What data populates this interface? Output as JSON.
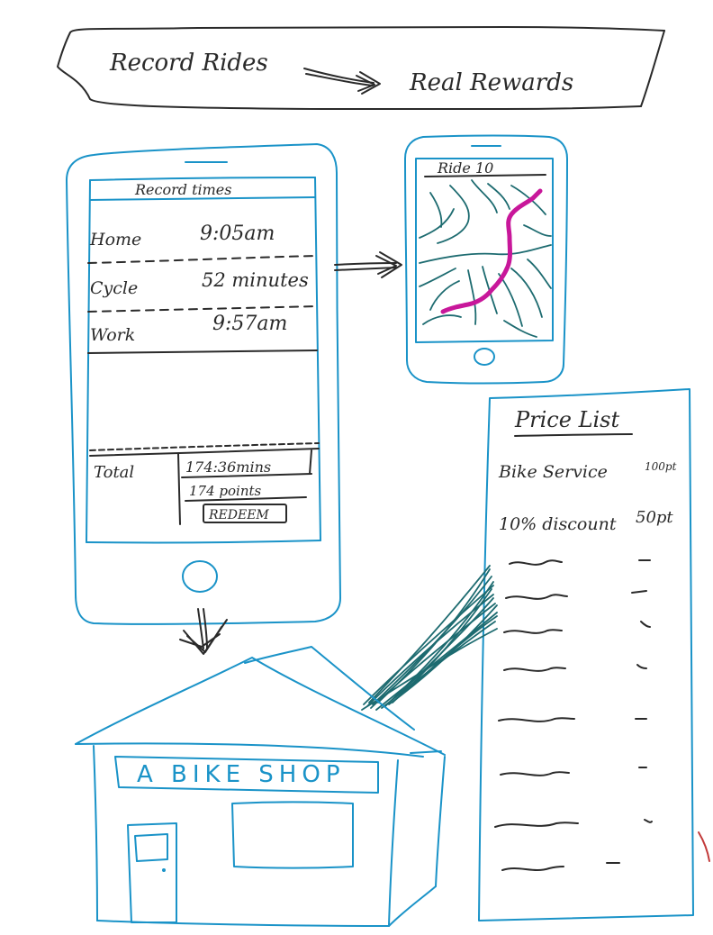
{
  "banner": {
    "left_text": "Record Rides",
    "right_text": "Real Rewards"
  },
  "record_phone": {
    "title": "Record times",
    "rows": [
      {
        "label": "Home",
        "value": "9:05am"
      },
      {
        "label": "Cycle",
        "value": "52 minutes"
      },
      {
        "label": "Work",
        "value": "9:57am"
      }
    ],
    "total_label": "Total",
    "total_time": "174:36mins",
    "total_points": "174 points",
    "redeem_label": "REDEEM"
  },
  "map_phone": {
    "title": "Ride 10"
  },
  "price_list": {
    "title": "Price List",
    "items": [
      {
        "name": "Bike Service",
        "price": "100pt"
      },
      {
        "name": "10% discount",
        "price": "50pt"
      }
    ]
  },
  "shop": {
    "sign": "A BIKE SHOP"
  },
  "colors": {
    "ink": "#2a2a2a",
    "phone_outline": "#1a93c8",
    "map_lines": "#1d6b70",
    "route": "#c8179a"
  }
}
